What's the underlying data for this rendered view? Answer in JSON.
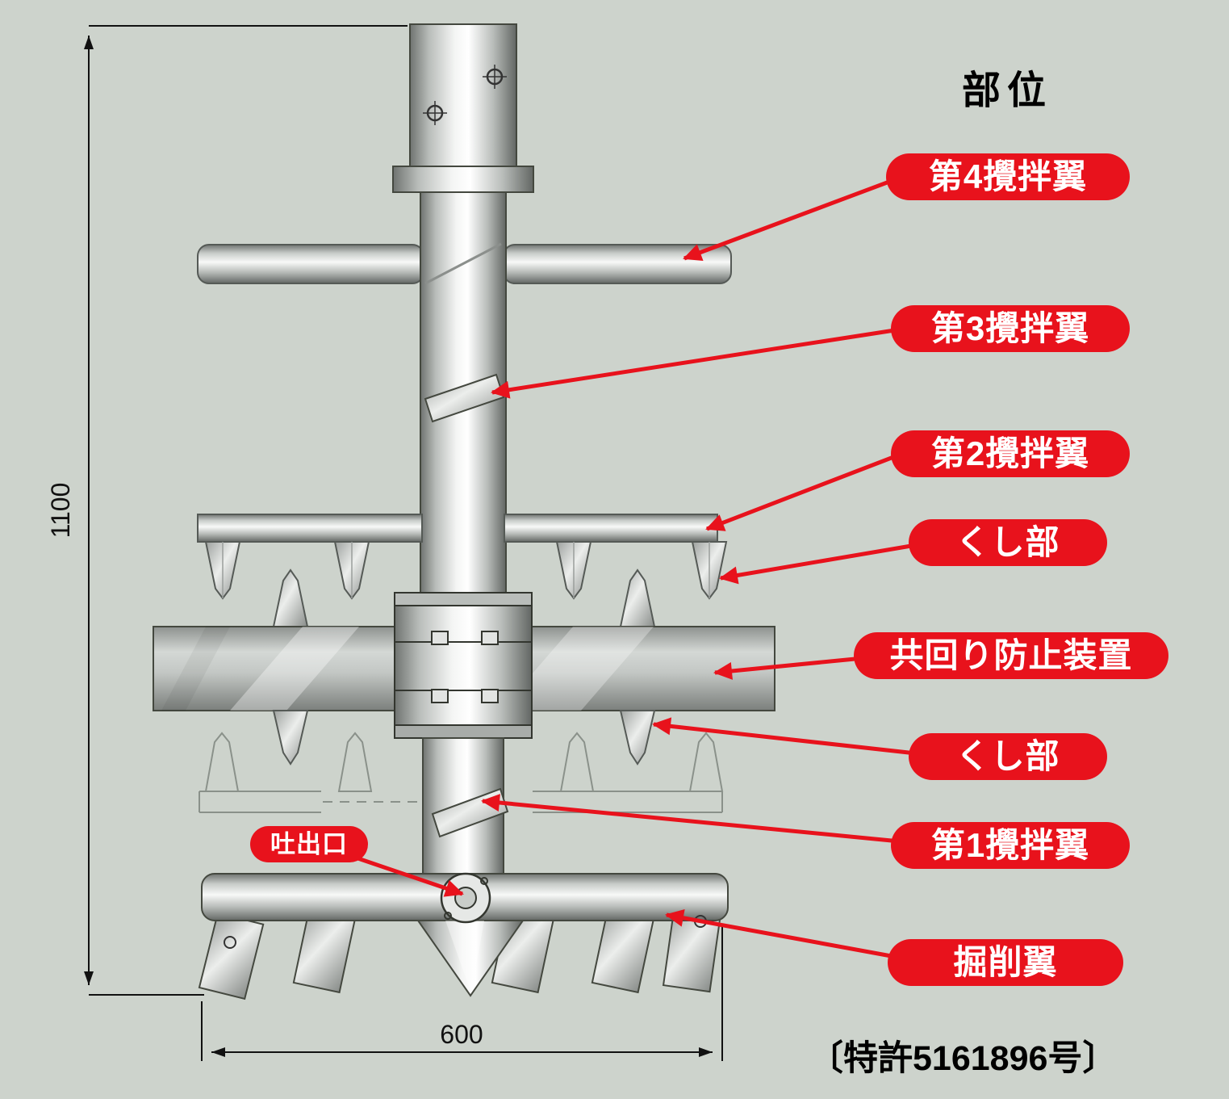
{
  "title": "部位",
  "patent": "〔特許5161896号〕",
  "dimensions": {
    "height": "1100",
    "width": "600"
  },
  "labels": {
    "blade4": "第4攪拌翼",
    "blade3": "第3攪拌翼",
    "blade2": "第2攪拌翼",
    "comb_upper": "くし部",
    "corotation": "共回り防止装置",
    "comb_lower": "くし部",
    "blade1": "第1攪拌翼",
    "excavation": "掘削翼",
    "discharge": "吐出口"
  },
  "colors": {
    "background": "#cdd3cc",
    "label_bg": "#e8121c",
    "label_text": "#ffffff",
    "arrow": "#e8121c",
    "line": "#111111"
  }
}
